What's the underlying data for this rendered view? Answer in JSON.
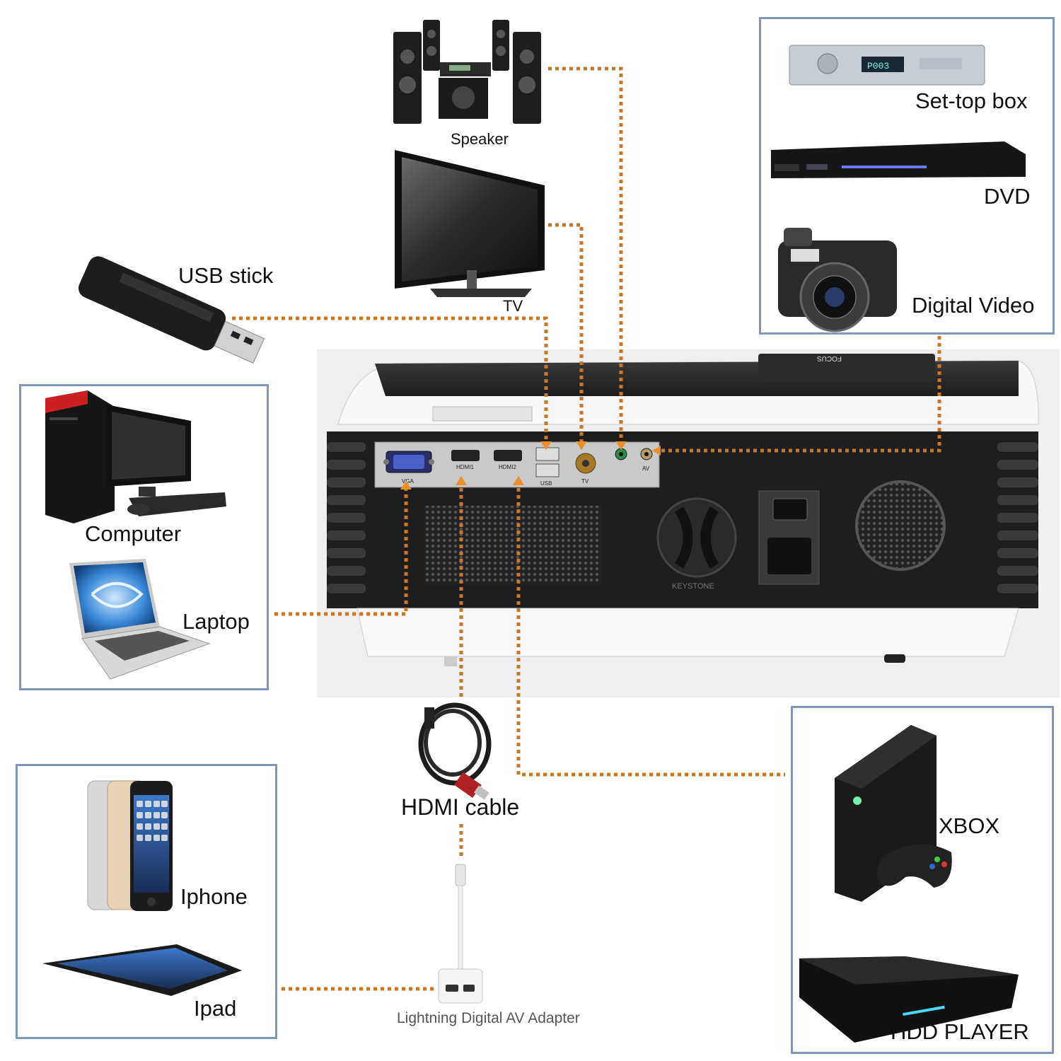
{
  "devices": {
    "speaker": "Speaker",
    "tv": "TV",
    "usb_stick": "USB stick",
    "set_top_box": "Set-top box",
    "dvd": "DVD",
    "digital_video": "Digital Video",
    "computer": "Computer",
    "laptop": "Laptop",
    "hdmi_cable": "HDMI cable",
    "iphone": "Iphone",
    "ipad": "Ipad",
    "lightning_adapter": "Lightning Digital AV Adapter",
    "xbox": "XBOX",
    "hdd_player": "HDD PLAYER"
  },
  "projector": {
    "ports": [
      "VGA",
      "HDMI1",
      "HDMI2",
      "USB",
      "TV",
      "AV"
    ],
    "focus_label": "FOCUS",
    "keystone_label": "KEYSTONE"
  },
  "colors": {
    "connector_line": "#c8772a",
    "box_border": "#8196b9",
    "port_arrow": "#e8902c"
  }
}
